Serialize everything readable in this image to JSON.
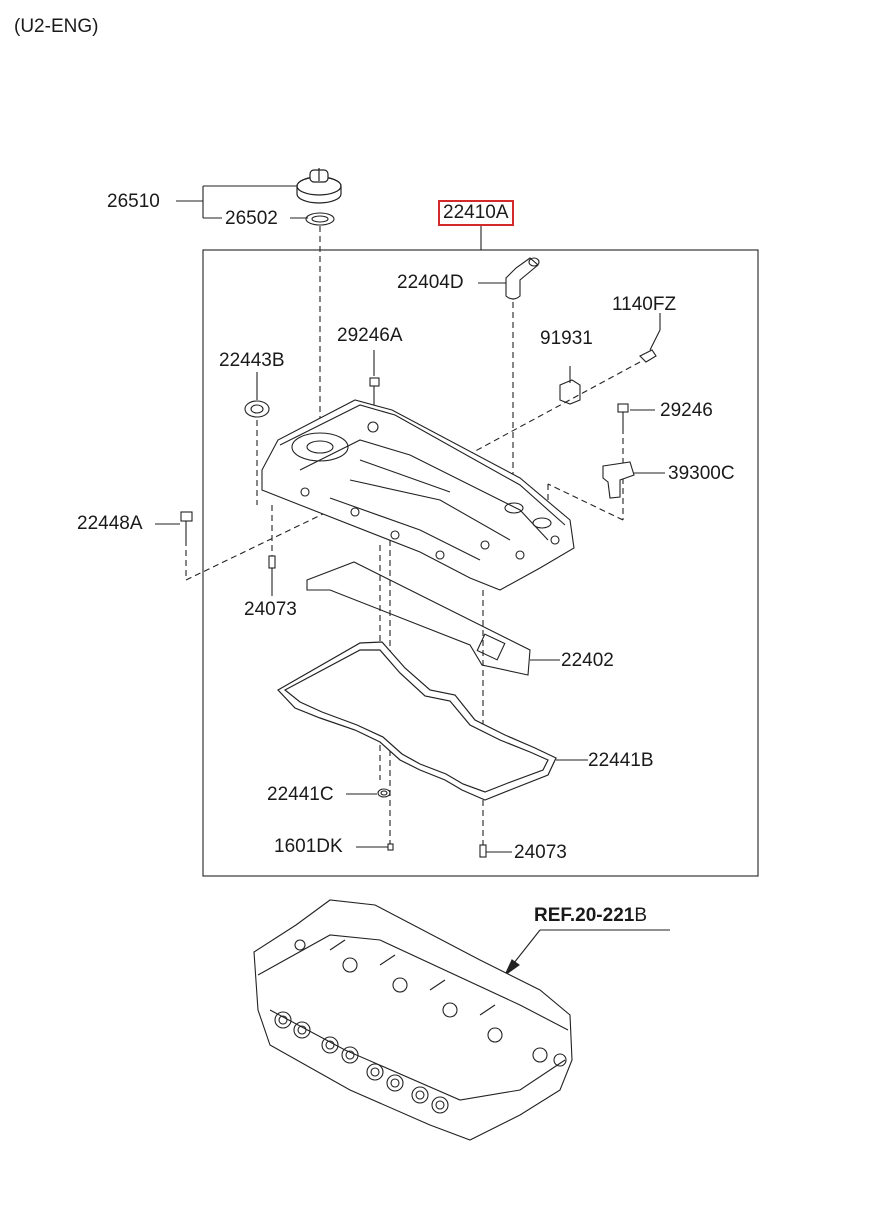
{
  "engine_code": "(U2-ENG)",
  "highlight_color": "#d42a2a",
  "parts": {
    "p26510": "26510",
    "p26502": "26502",
    "p22410A": "22410A",
    "p22404D": "22404D",
    "p1140FZ": "1140FZ",
    "p91931": "91931",
    "p29246A": "29246A",
    "p22443B": "22443B",
    "p29246": "29246",
    "p39300C": "39300C",
    "p22448A": "22448A",
    "p24073_left": "24073",
    "p22402": "22402",
    "p22441B": "22441B",
    "p22441C": "22441C",
    "p1601DK": "1601DK",
    "p24073_right": "24073"
  },
  "reference": {
    "bold": "REF.20-221",
    "suffix": "B"
  }
}
